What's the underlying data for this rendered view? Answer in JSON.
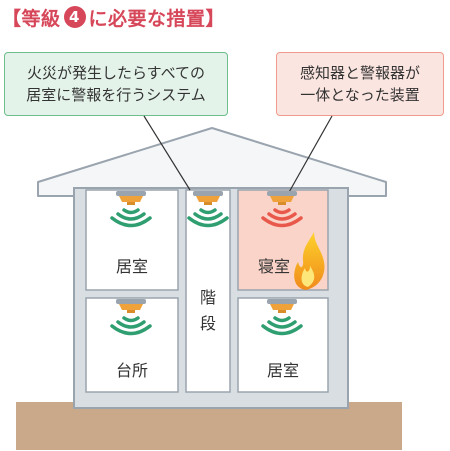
{
  "title": {
    "prefix": "【等級",
    "grade": "4",
    "suffix": "に必要な措置】"
  },
  "callouts": {
    "left": {
      "line1": "火災が発生したらすべての",
      "line2": "居室に警報を行うシステム"
    },
    "right": {
      "line1": "感知器と警報器が",
      "line2": "一体となった装置"
    }
  },
  "rooms": {
    "upper_left": "居室",
    "upper_right": "寝室",
    "lower_left": "台所",
    "lower_right": "居室",
    "stairs_1": "階",
    "stairs_2": "段"
  },
  "colors": {
    "title": "#d7475a",
    "green_wave": "#2f9e70",
    "alarm_wave": "#e8594c",
    "house_outline": "#9aa4ae",
    "bedroom_fill": "#fad4c8",
    "ground": "#c9a98a"
  }
}
